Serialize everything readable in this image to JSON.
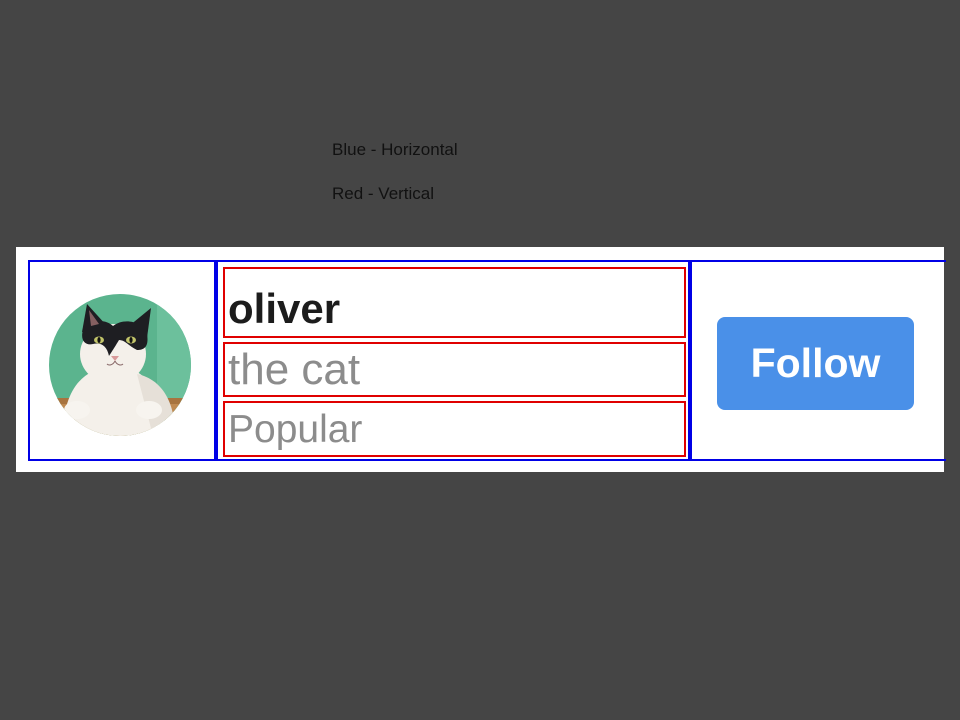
{
  "legend": {
    "blue": "Blue - Horizontal",
    "red": "Red - Vertical"
  },
  "colors": {
    "horizontal_outline": "#0000e6",
    "vertical_outline": "#e00000",
    "button": "#4a90e8",
    "avatar_background": "#5bb48e"
  },
  "profile": {
    "name": "oliver",
    "subtitle": "the cat",
    "status": "Popular",
    "avatar_icon": "cat-avatar"
  },
  "actions": {
    "follow_label": "Follow"
  }
}
